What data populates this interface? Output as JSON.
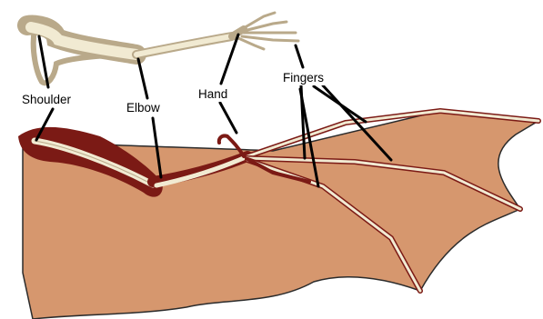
{
  "labels": {
    "shoulder": "Shoulder",
    "elbow": "Elbow",
    "hand": "Hand",
    "fingers": "Fingers"
  },
  "colors": {
    "membrane": "#d6976e",
    "membrane_edge": "#2b2b2b",
    "bone": "#f1ead2",
    "bone_shade": "#b9a98a",
    "bat_flesh": "#7b1a15",
    "leader": "#000000"
  }
}
